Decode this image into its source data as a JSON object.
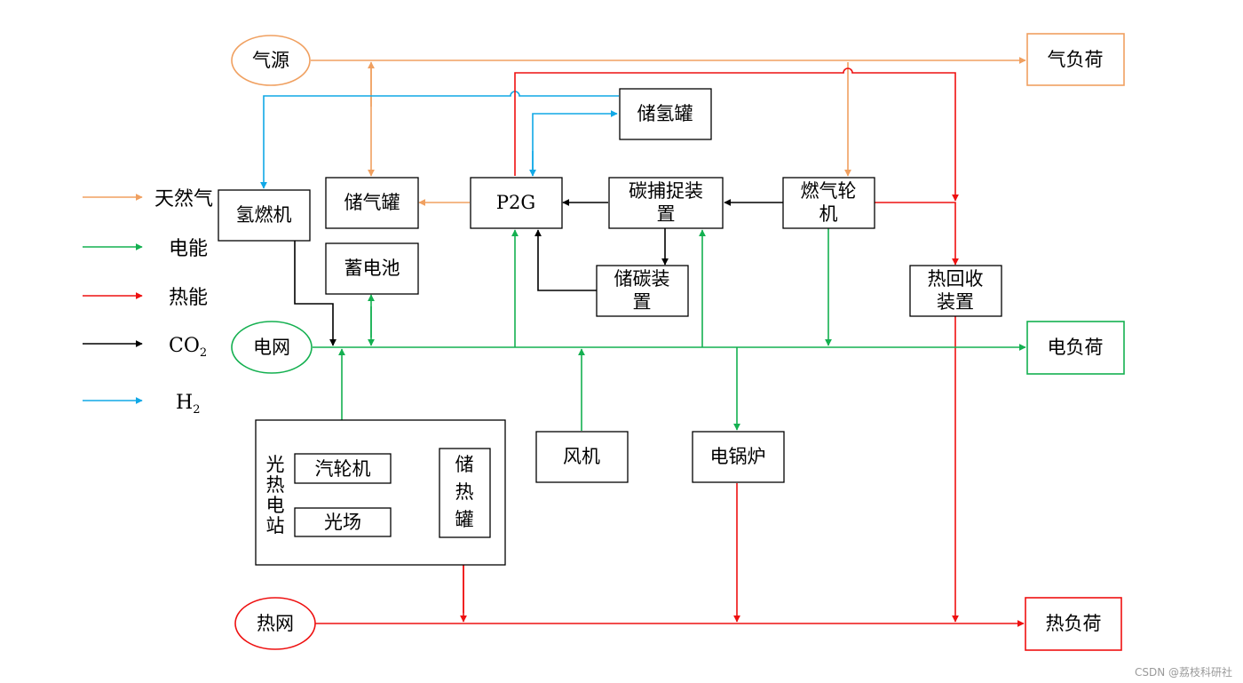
{
  "colors": {
    "gas": "#F0A060",
    "electric": "#14B050",
    "heat": "#EE1010",
    "co2": "#000000",
    "h2": "#10A8E6",
    "box": "#000000"
  },
  "nodes": {
    "gas_source": "气源",
    "gas_load": "气负荷",
    "h2_tank": "储氢罐",
    "h2_engine": "氢燃机",
    "gas_tank": "储气罐",
    "p2g": "P2G",
    "carbon_capture": [
      "碳捕捉装",
      "置"
    ],
    "gas_turbine": [
      "燃气轮",
      "机"
    ],
    "battery": "蓄电池",
    "carbon_storage": [
      "储碳装",
      "置"
    ],
    "heat_recovery": [
      "热回收",
      "装置"
    ],
    "grid": "电网",
    "elec_load": "电负荷",
    "csp_station": [
      "光",
      "热",
      "电",
      "站"
    ],
    "steam_turbine": "汽轮机",
    "solar_field": "光场",
    "heat_storage": [
      "储",
      "热",
      "罐"
    ],
    "wind": "风机",
    "e_boiler": "电锅炉",
    "heat_net": "热网",
    "heat_load": "热负荷"
  },
  "legend": [
    {
      "label": "天然气",
      "color": "#F0A060"
    },
    {
      "label": "电能",
      "color": "#14B050"
    },
    {
      "label": "热能",
      "color": "#EE1010"
    },
    {
      "label": "CO",
      "sub": "2",
      "color": "#000000"
    },
    {
      "label": "H",
      "sub": "2",
      "color": "#10A8E6"
    }
  ],
  "watermark": "CSDN @荔枝科研社"
}
